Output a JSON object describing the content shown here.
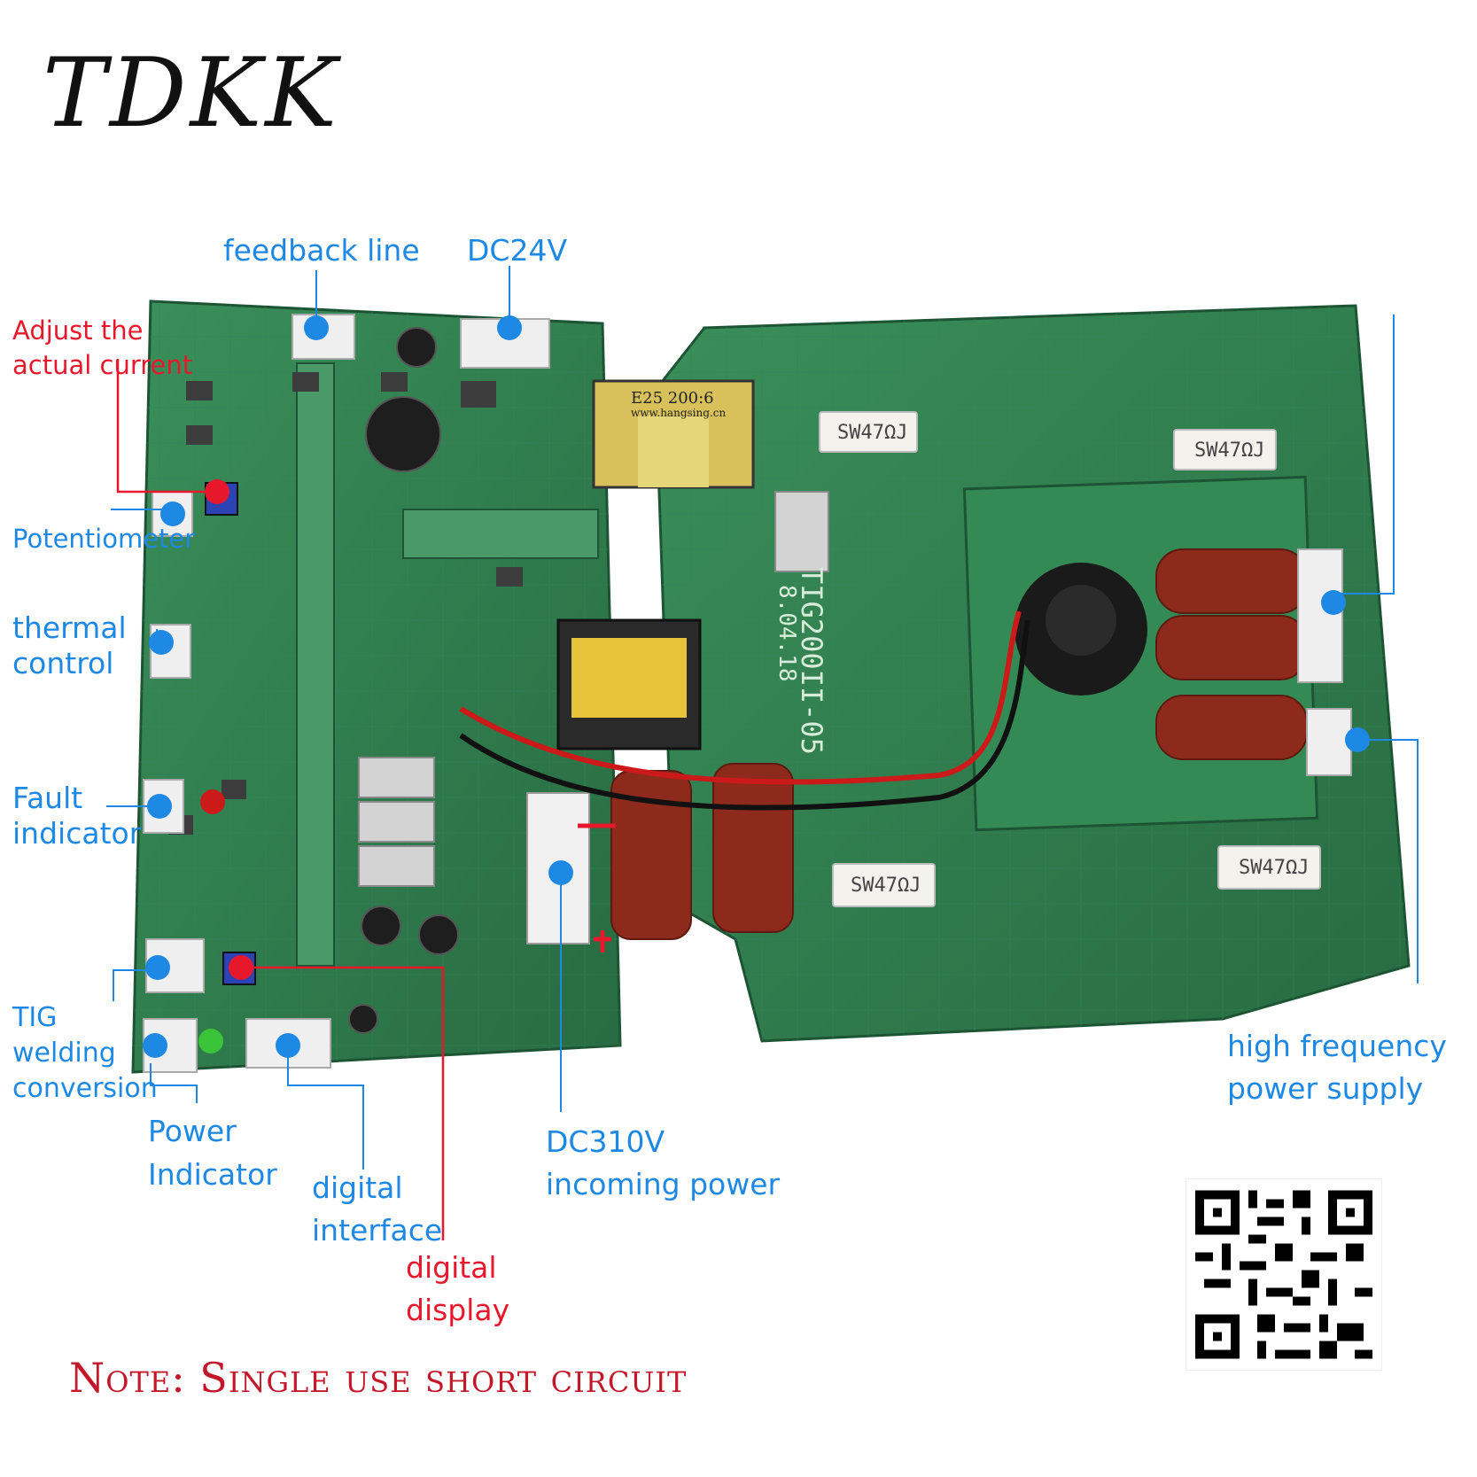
{
  "brand": "TDKK",
  "board_marking": "TIG200II-05",
  "board_date": "8.04.18",
  "transformer_marking": "E25 200:6",
  "transformer_url": "www.hangsing.cn",
  "labels": {
    "feedback_line": "feedback line",
    "dc24v": "DC24V",
    "adjust_current_1": "Adjust the",
    "adjust_current_2": "actual current",
    "potentiometer": "Potentiometer",
    "thermal_1": "thermal",
    "thermal_2": "control",
    "fault_1": "Fault",
    "fault_2": "indicator",
    "tig_1": "TIG",
    "tig_2": "welding",
    "tig_3": "conversion",
    "power_ind_1": "Power",
    "power_ind_2": "Indicator",
    "digital_interface_1": "digital",
    "digital_interface_2": "interface",
    "digital_display_1": "digital",
    "digital_display_2": "display",
    "dc310v_1": "DC310V",
    "dc310v_2": "incoming power",
    "hf_1": "high frequency",
    "hf_2": "power supply"
  },
  "note": "Note: Single use short circuit",
  "colors": {
    "label_blue": "#1e88e5",
    "label_red": "#e8182c",
    "pcb_green": "#2e7d4a",
    "note_red": "#c4182a"
  },
  "icons": {
    "qr": "qr-code-icon",
    "dot": "marker-dot-icon"
  }
}
